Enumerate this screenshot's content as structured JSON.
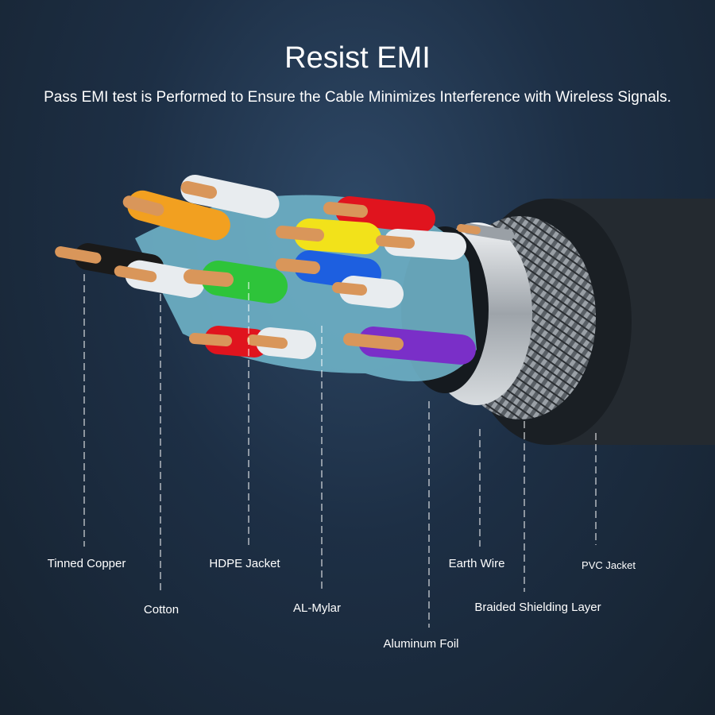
{
  "title": "Resist EMI",
  "subtitle": "Pass EMI test is Performed to Ensure the Cable Minimizes Interference with Wireless Signals.",
  "labels": {
    "tinned_copper": "Tinned Copper",
    "cotton": "Cotton",
    "hdpe_jacket": "HDPE Jacket",
    "al_mylar": "AL-Mylar",
    "aluminum_foil": "Aluminum Foil",
    "earth_wire": "Earth Wire",
    "braided_shielding": "Braided Shielding Layer",
    "pvc_jacket": "PVC Jacket"
  },
  "colors": {
    "copper": "#d9965a",
    "wire_red": "#e0141e",
    "wire_yellow": "#f2e21a",
    "wire_blue": "#1d5fe0",
    "wire_green": "#2ec43a",
    "wire_orange": "#f2a020",
    "wire_purple": "#7a2fc8",
    "wire_black": "#1a1a1a",
    "wire_white": "#e8ecef",
    "hdpe": "#6fb3c8",
    "jacket": "#20262c"
  }
}
